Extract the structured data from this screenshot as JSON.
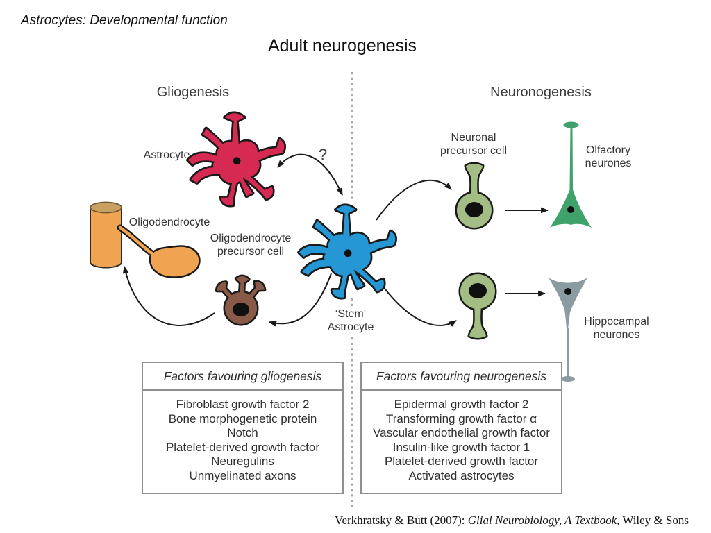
{
  "slide": {
    "topic": "Astrocytes: Developmental function",
    "title": "Adult neurogenesis",
    "citation": {
      "prefix": "Verkhratsky & Butt (2007): ",
      "italic": "Glial Neurobiology, A Textbook,",
      "suffix": " Wiley & Sons"
    }
  },
  "diagram": {
    "left_heading": "Gliogenesis",
    "right_heading": "Neuronogenesis",
    "question_mark": "?",
    "labels": {
      "astrocyte": "Astrocyte",
      "oligodendrocyte": "Oligodendrocyte",
      "opc_line1": "Oligodendrocyte",
      "opc_line2": "precursor cell",
      "stem_line1": "‘Stem’",
      "stem_line2": "Astrocyte",
      "neuronal_precursor_line1": "Neuronal",
      "neuronal_precursor_line2": "precursor cell",
      "olfactory_line1": "Olfactory",
      "olfactory_line2": "neurones",
      "hippocampal_line1": "Hippocampal",
      "hippocampal_line2": "neurones"
    },
    "colors": {
      "astrocyte_red": "#d62a52",
      "stem_blue": "#2497d4",
      "oligo_orange": "#f0a351",
      "axon_top_tan": "#c8a162",
      "opc_brown": "#8a5a49",
      "precursor_green": "#a3bd85",
      "olfactory_green": "#3fa26b",
      "hippocampal_gray": "#8a9ba1",
      "outline_black": "#1a1a1a",
      "dotted_line": "#a8a8a8"
    }
  },
  "boxes": {
    "gliogenesis": {
      "title": "Factors favouring gliogenesis",
      "items": [
        "Fibroblast growth factor 2",
        "Bone morphogenetic protein",
        "Notch",
        "Platelet-derived growth factor",
        "Neuregulins",
        "Unmyelinated axons"
      ]
    },
    "neurogenesis": {
      "title": "Factors favouring neurogenesis",
      "items": [
        "Epidermal growth factor 2",
        "Transforming growth factor α",
        "Vascular endothelial growth factor",
        "Insulin-like growth factor 1",
        "Platelet-derived growth factor",
        "Activated astrocytes"
      ]
    }
  }
}
